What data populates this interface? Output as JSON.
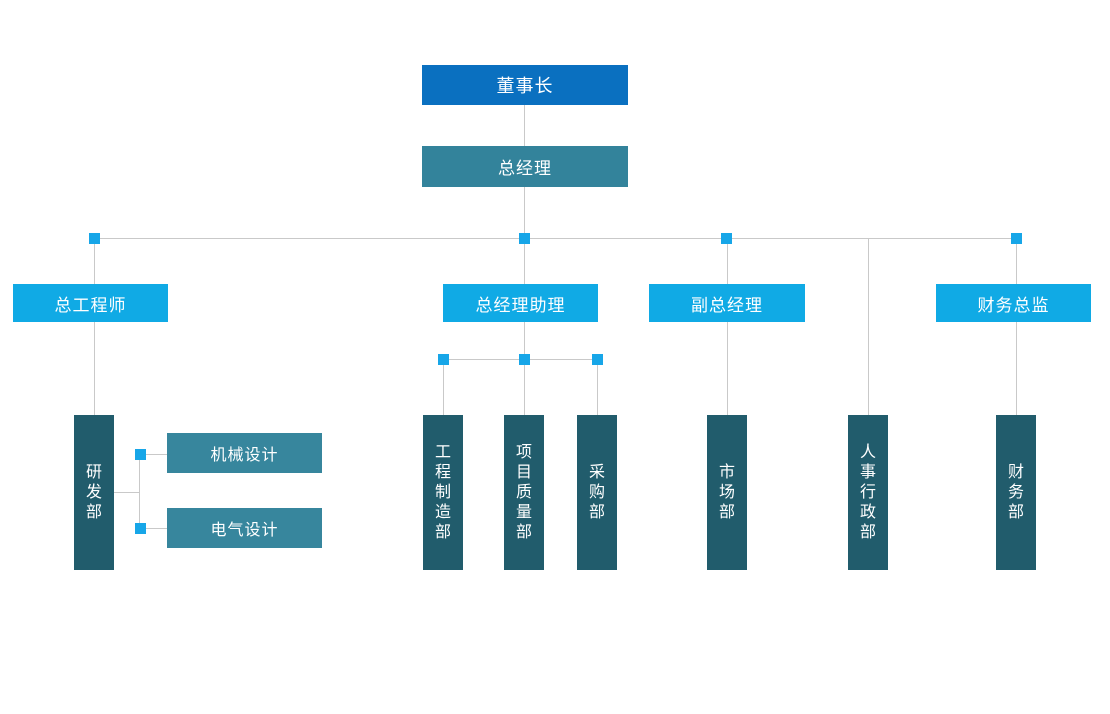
{
  "chart": {
    "title": "company-organization-chart",
    "colors": {
      "background": "#ffffff",
      "chairman_fill": "#0a70c0",
      "general_manager_fill": "#33839b",
      "manager_row_fill": "#10aae5",
      "department_fill": "#215c6c",
      "design_fill": "#37869d",
      "connector_line": "#c9c9c9",
      "connector_handle": "#17a6e8",
      "label_text": "#ffffff"
    },
    "nodes": {
      "chairman": "董事长",
      "general_manager": "总经理",
      "chief_engineer": "总工程师",
      "gm_assistant": "总经理助理",
      "deputy_gm": "副总经理",
      "finance_director": "财务总监",
      "rd_dept": "研发部",
      "mechanical_design": "机械设计",
      "electrical_design": "电气设计",
      "eng_mfg_dept": "工程制造部",
      "project_quality_dept": "项目质量部",
      "procurement_dept": "采购部",
      "marketing_dept": "市场部",
      "hr_admin_dept": "人事行政部",
      "finance_dept": "财务部"
    }
  }
}
